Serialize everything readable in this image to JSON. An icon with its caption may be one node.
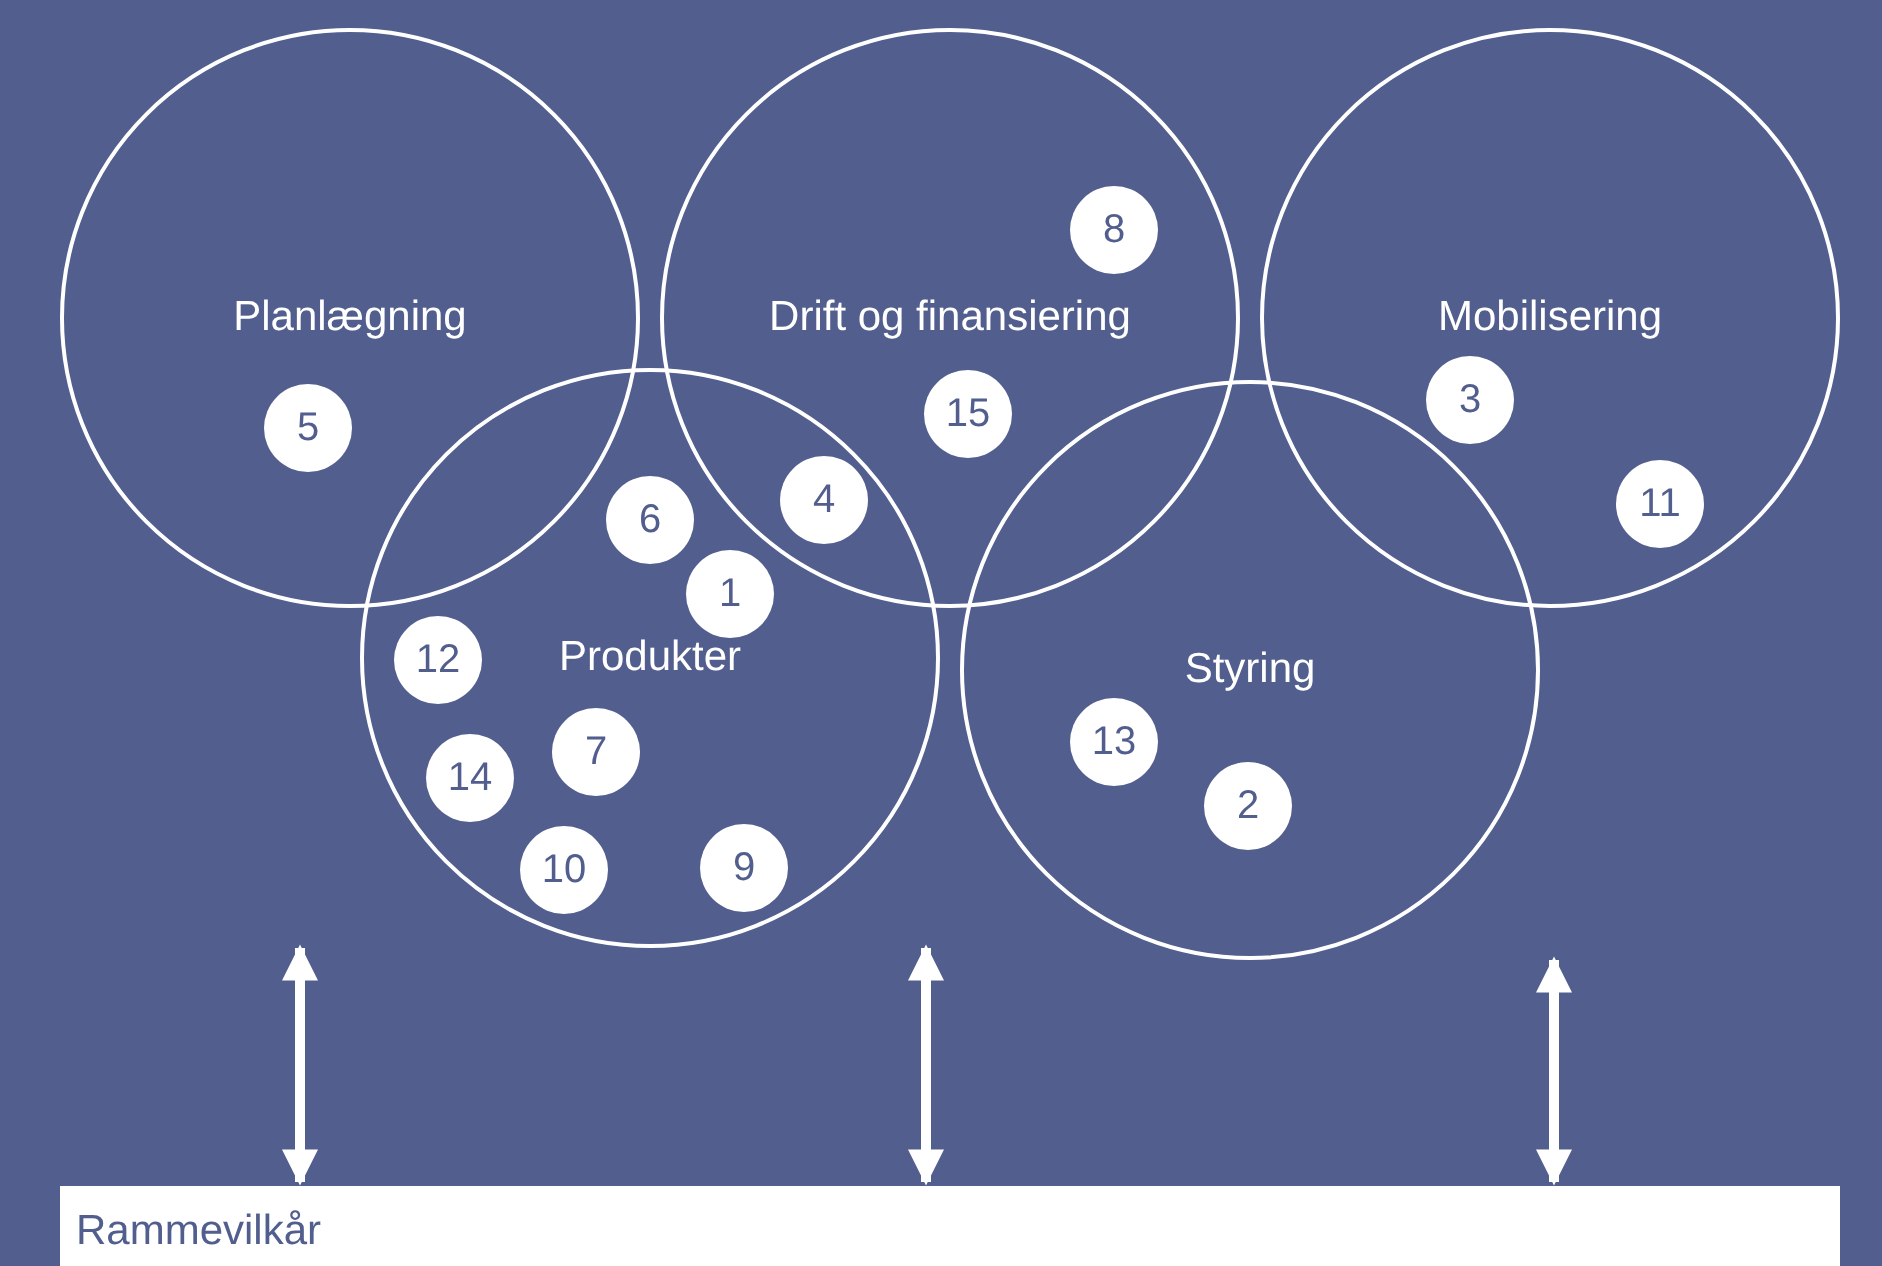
{
  "diagram": {
    "nodes": [
      {
        "text": [
          "Planlægning"
        ]
      },
      {
        "text": [
          "5"
        ],
        "in": 0
      },
      {
        "text": [
          "Drift og finansiering"
        ]
      },
      {
        "text": [
          "8"
        ],
        "in": 2
      },
      {
        "text": [
          "15"
        ],
        "in": 2
      },
      {
        "text": [
          "Mobilisering"
        ]
      },
      {
        "text": [
          "3"
        ],
        "in": 5
      },
      {
        "text": [
          "11"
        ],
        "in": 5
      },
      {
        "text": [
          "Produkter"
        ]
      },
      {
        "text": [
          "6"
        ],
        "in": 8
      },
      {
        "text": [
          "4"
        ]
      },
      {
        "text": [
          "1"
        ],
        "in": 8
      },
      {
        "text": [
          "12"
        ],
        "in": 8
      },
      {
        "text": [
          "14"
        ],
        "in": 8
      },
      {
        "text": [
          "7"
        ],
        "in": 8
      },
      {
        "text": [
          "10"
        ],
        "in": 8
      },
      {
        "text": [
          "9"
        ],
        "in": 8
      },
      {
        "text": [
          "Styring"
        ]
      },
      {
        "text": [
          "13"
        ],
        "in": 17
      },
      {
        "text": [
          "2"
        ],
        "in": 17
      },
      {
        "text": [
          "Rammevilkår"
        ]
      }
    ],
    "edges": [
      {
        "from": 8,
        "to": 20,
        "arrow": "both"
      },
      {
        "from": 8,
        "to": 20,
        "arrow": "both"
      },
      {
        "from": 17,
        "to": 20,
        "arrow": "both"
      }
    ]
  }
}
